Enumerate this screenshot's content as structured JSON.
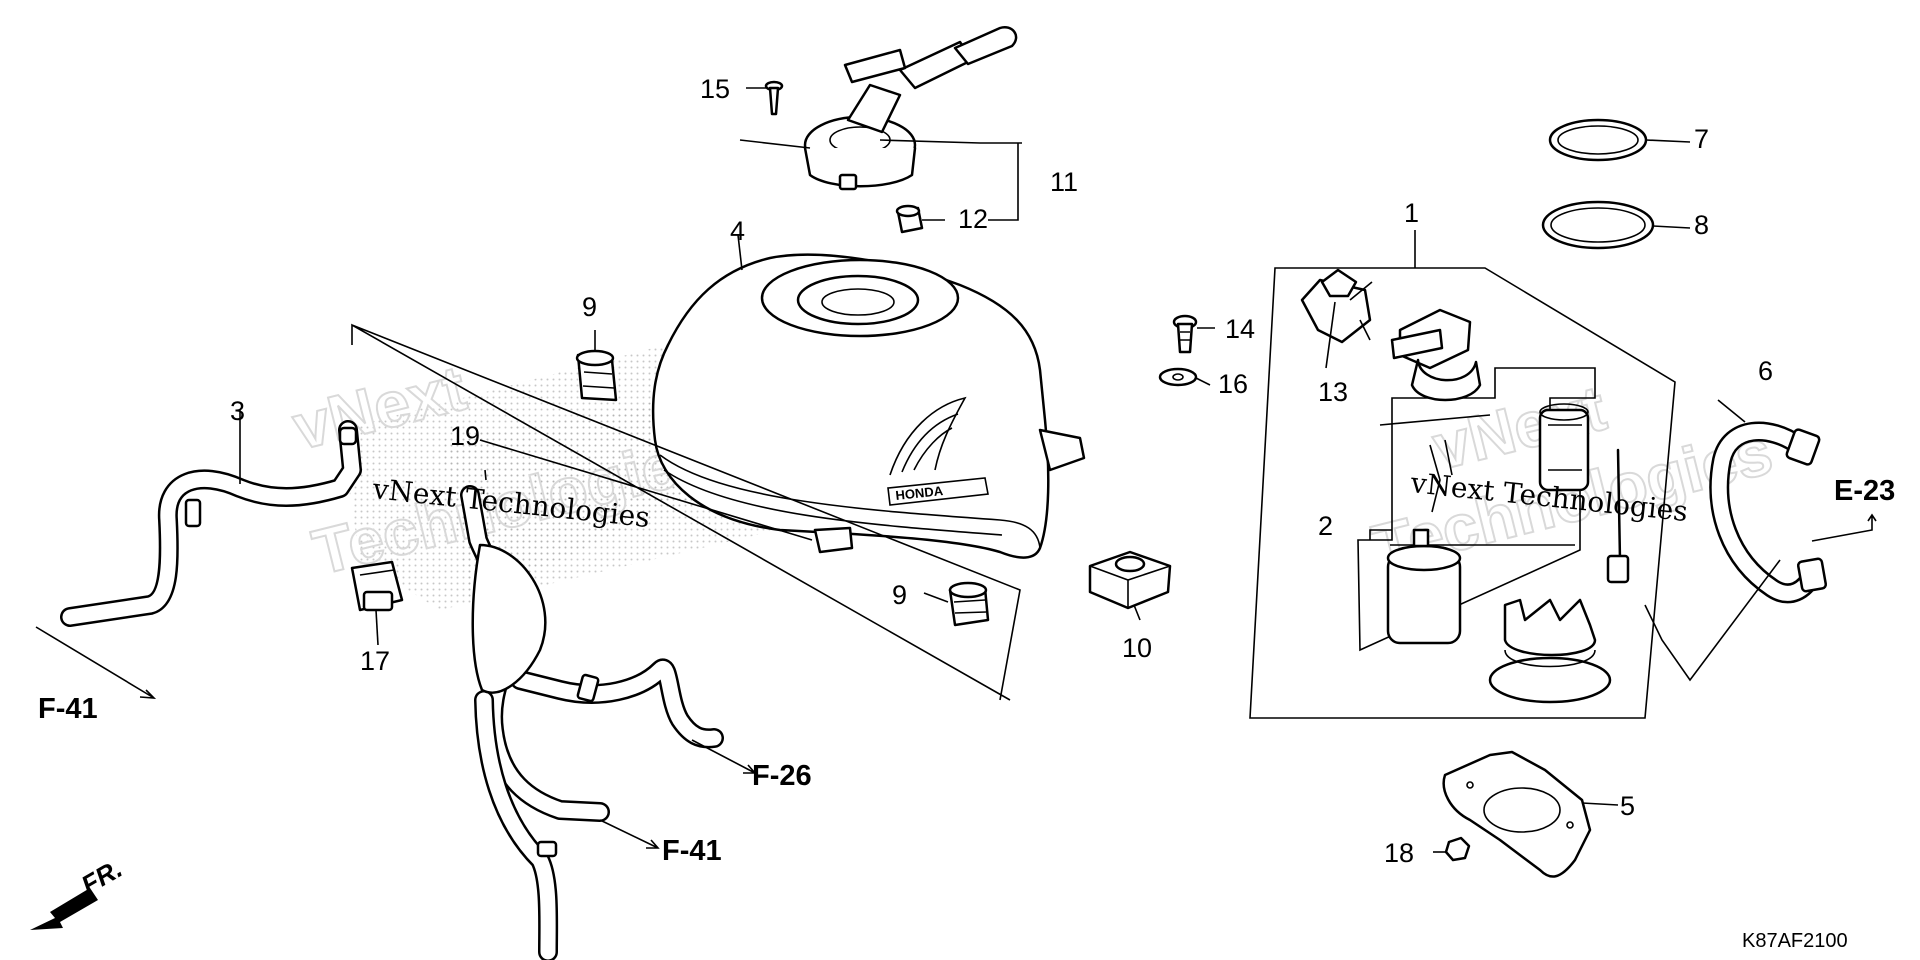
{
  "diagram": {
    "code": "K87AF2100",
    "emblem_text": "HONDA",
    "front_label": "FR.",
    "watermark": {
      "line1": "vNext Technologies",
      "ghost_line1": "vNext",
      "ghost_line2": "Technologies"
    },
    "callouts": [
      {
        "id": "c1",
        "text": "1"
      },
      {
        "id": "c2",
        "text": "2"
      },
      {
        "id": "c3",
        "text": "3"
      },
      {
        "id": "c4",
        "text": "4"
      },
      {
        "id": "c5",
        "text": "5"
      },
      {
        "id": "c6",
        "text": "6"
      },
      {
        "id": "c7",
        "text": "7"
      },
      {
        "id": "c8",
        "text": "8"
      },
      {
        "id": "c9a",
        "text": "9"
      },
      {
        "id": "c9b",
        "text": "9"
      },
      {
        "id": "c10",
        "text": "10"
      },
      {
        "id": "c11",
        "text": "11"
      },
      {
        "id": "c12",
        "text": "12"
      },
      {
        "id": "c13",
        "text": "13"
      },
      {
        "id": "c14",
        "text": "14"
      },
      {
        "id": "c15",
        "text": "15"
      },
      {
        "id": "c16",
        "text": "16"
      },
      {
        "id": "c17",
        "text": "17"
      },
      {
        "id": "c18",
        "text": "18"
      },
      {
        "id": "c19",
        "text": "19"
      }
    ],
    "references": [
      {
        "id": "r1",
        "text": "F-41"
      },
      {
        "id": "r2",
        "text": "F-26"
      },
      {
        "id": "r3",
        "text": "F-41"
      },
      {
        "id": "r4",
        "text": "E-23"
      }
    ]
  }
}
